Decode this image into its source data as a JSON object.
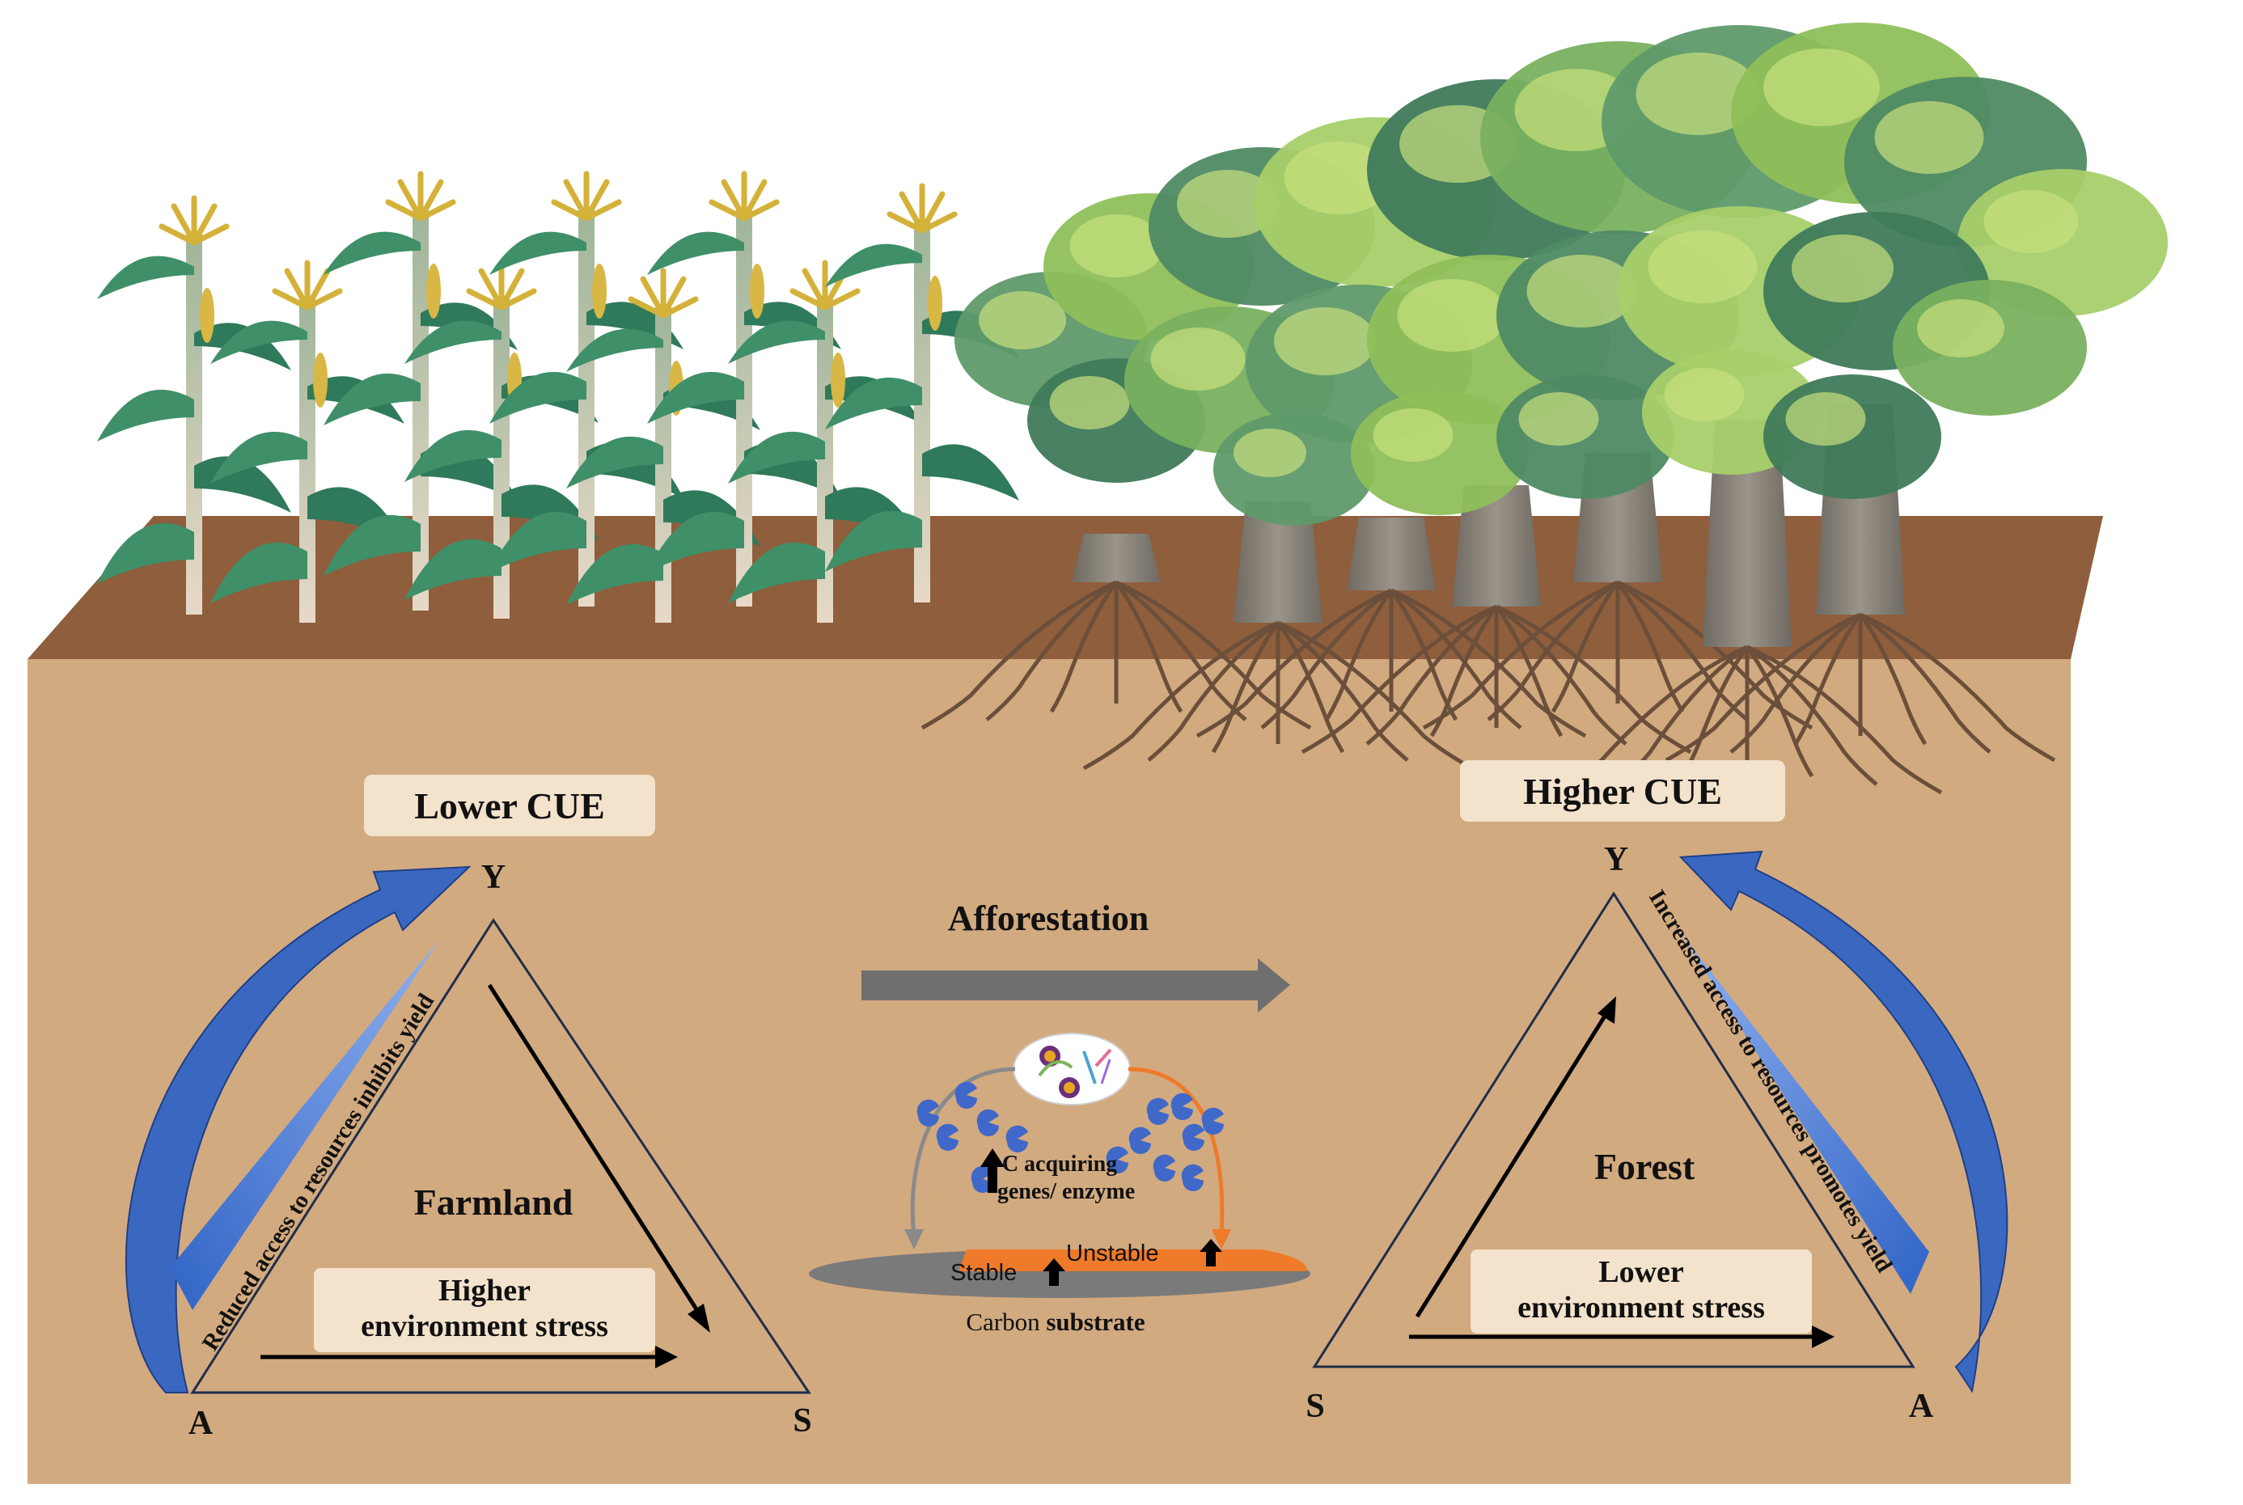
{
  "farmland": {
    "cue_label": "Lower CUE",
    "vertex_top": "Y",
    "vertex_left": "A",
    "vertex_right": "S",
    "center_label": "Farmland",
    "stress_line1": "Higher",
    "stress_line2": "environment stress",
    "side_text": "Reduced access to resources inhibits yield"
  },
  "forest": {
    "cue_label": "Higher CUE",
    "vertex_top": "Y",
    "vertex_left": "S",
    "vertex_right": "A",
    "center_label": "Forest",
    "stress_line1": "Lower",
    "stress_line2": "environment stress",
    "side_text": "Increased access to resources promotes yield"
  },
  "transition": {
    "label": "Afforestation"
  },
  "mechanism": {
    "genes_line1": "C acquiring",
    "genes_line2": "genes/ enzyme",
    "stable_label": "Stable",
    "unstable_label": "Unstable",
    "substrate_prefix": "Carbon ",
    "substrate_bold": "substrate"
  },
  "colors": {
    "soil_side": "#d2aa80",
    "soil_top": "#8f5e3c",
    "blue_arrow": "#3a68c0",
    "gray_arrow": "#6f6f6f",
    "orange": "#ee7a2a",
    "label_box": "#f3e2cc"
  }
}
